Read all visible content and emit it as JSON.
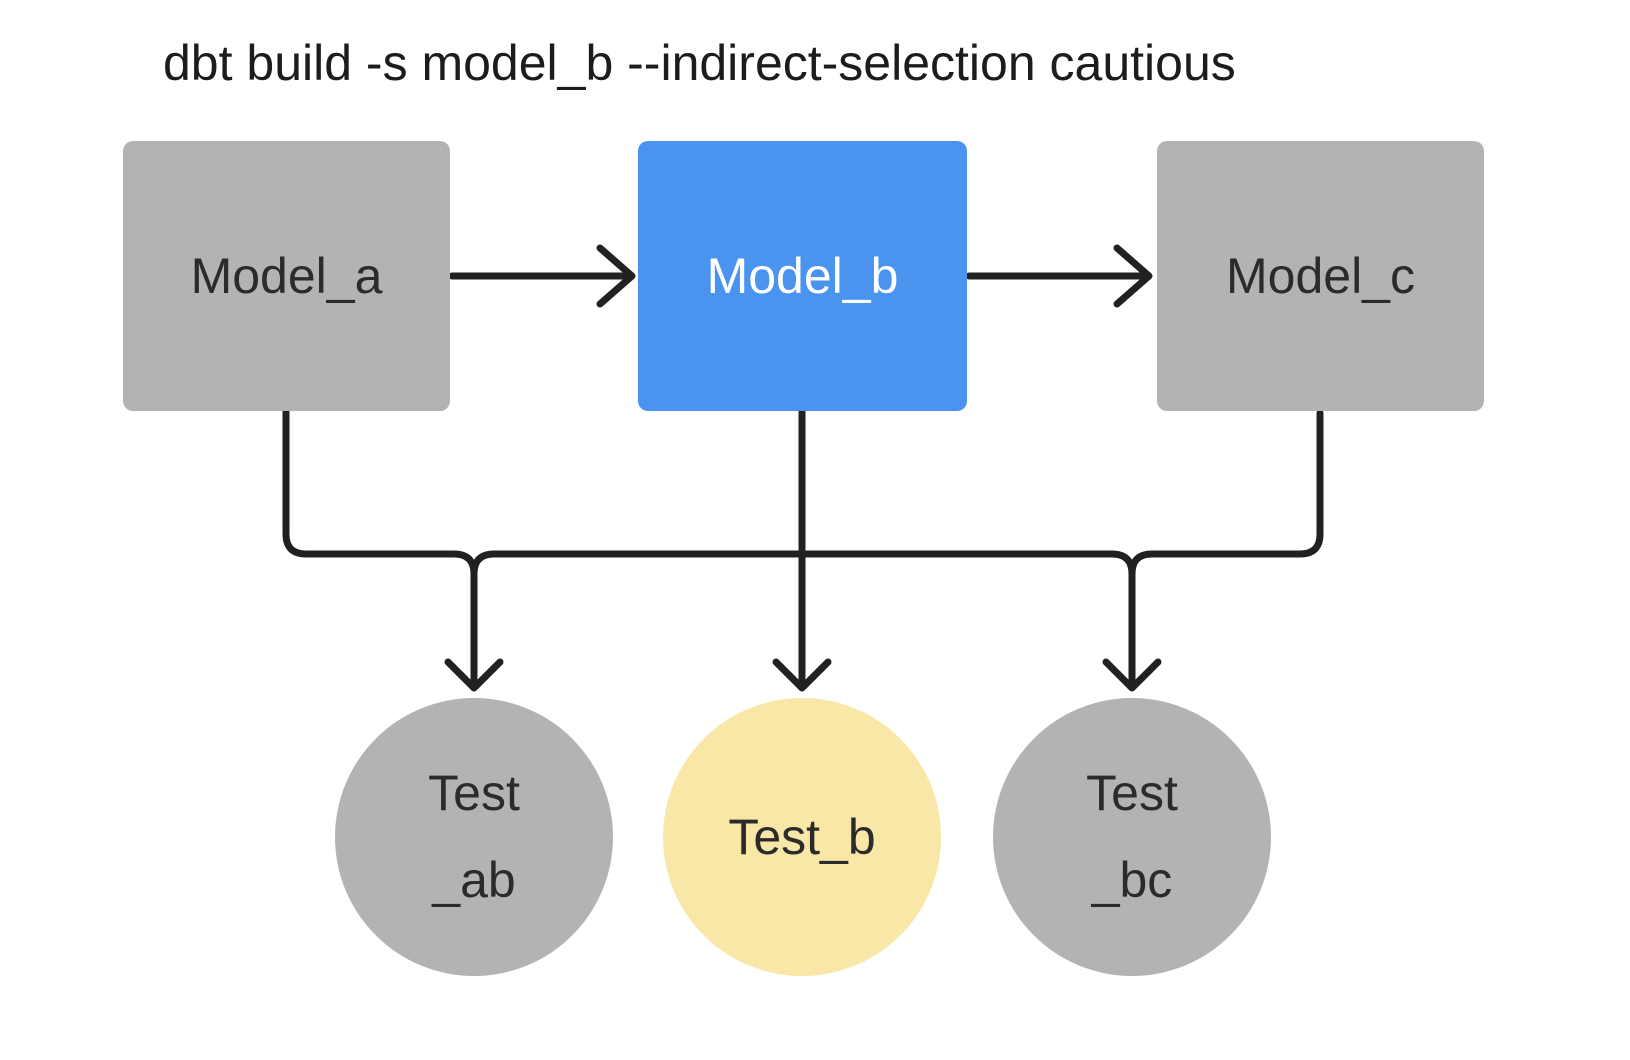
{
  "diagram": {
    "title": "dbt build -s model_b --indirect-selection cautious",
    "models": [
      {
        "id": "model_a",
        "label": "Model_a",
        "state": "unselected"
      },
      {
        "id": "model_b",
        "label": "Model_b",
        "state": "selected"
      },
      {
        "id": "model_c",
        "label": "Model_c",
        "state": "unselected"
      }
    ],
    "tests": [
      {
        "id": "test_ab",
        "label_line1": "Test",
        "label_line2": "_ab",
        "state": "unselected"
      },
      {
        "id": "test_b",
        "label_line1": "Test_b",
        "label_line2": "",
        "state": "selected"
      },
      {
        "id": "test_bc",
        "label_line1": "Test",
        "label_line2": "_bc",
        "state": "unselected"
      }
    ],
    "edges": [
      "model_a -> model_b",
      "model_b -> model_c",
      "model_a + model_b -> test_ab",
      "model_b -> test_b",
      "model_b + model_c -> test_bc"
    ],
    "colors": {
      "selected_model": "#4a94f0",
      "selected_test": "#f8e7a6",
      "unselected_node": "#b3b3b3",
      "line": "#212121",
      "background": "#ffffff"
    }
  }
}
